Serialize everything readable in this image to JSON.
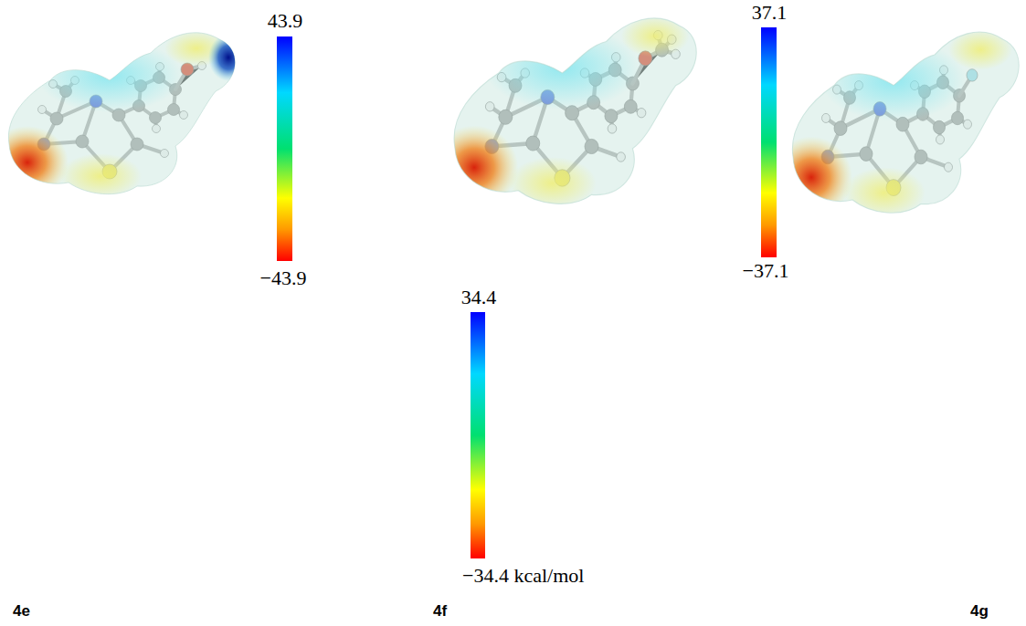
{
  "diagram": {
    "labels": [
      "43.9",
      "−43.9",
      "37.1",
      "−37.1",
      "34.4",
      "−34.4 kcal/mol",
      "4e",
      "4f",
      "4g"
    ]
  }
}
